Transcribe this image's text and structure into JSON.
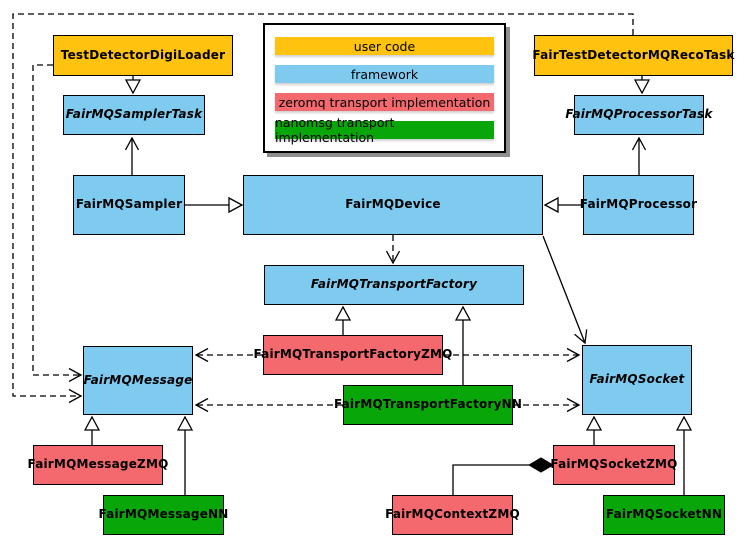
{
  "colors": {
    "user_code": "#FFC20E",
    "framework": "#7FCBF0",
    "zeromq": "#F4696D",
    "nanomsg": "#09A609",
    "border": "#000000",
    "background": "#FFFFFF"
  },
  "legend": {
    "items": [
      {
        "label": "user code",
        "color": "#FFC20E"
      },
      {
        "label": "framework",
        "color": "#7FCBF0"
      },
      {
        "label": "zeromq transport implementation",
        "color": "#F4696D"
      },
      {
        "label": "nanomsg transport implementation",
        "color": "#09A609"
      }
    ]
  },
  "nodes": {
    "testDetectorDigiLoader": {
      "label": "TestDetectorDigiLoader",
      "category": "user code",
      "abstract": false
    },
    "fairTestDetectorMQRecoTask": {
      "label": "FairTestDetectorMQRecoTask",
      "category": "user code",
      "abstract": false
    },
    "fairMQSamplerTask": {
      "label": "FairMQSamplerTask",
      "category": "framework",
      "abstract": true
    },
    "fairMQProcessorTask": {
      "label": "FairMQProcessorTask",
      "category": "framework",
      "abstract": true
    },
    "fairMQSampler": {
      "label": "FairMQSampler",
      "category": "framework",
      "abstract": false
    },
    "fairMQDevice": {
      "label": "FairMQDevice",
      "category": "framework",
      "abstract": false
    },
    "fairMQProcessor": {
      "label": "FairMQProcessor",
      "category": "framework",
      "abstract": false
    },
    "fairMQTransportFactory": {
      "label": "FairMQTransportFactory",
      "category": "framework",
      "abstract": true
    },
    "fairMQTransportFactoryZMQ": {
      "label": "FairMQTransportFactoryZMQ",
      "category": "zeromq",
      "abstract": false
    },
    "fairMQTransportFactoryNN": {
      "label": "FairMQTransportFactoryNN",
      "category": "nanomsg",
      "abstract": false
    },
    "fairMQMessage": {
      "label": "FairMQMessage",
      "category": "framework",
      "abstract": true
    },
    "fairMQSocket": {
      "label": "FairMQSocket",
      "category": "framework",
      "abstract": true
    },
    "fairMQMessageZMQ": {
      "label": "FairMQMessageZMQ",
      "category": "zeromq",
      "abstract": false
    },
    "fairMQMessageNN": {
      "label": "FairMQMessageNN",
      "category": "nanomsg",
      "abstract": false
    },
    "fairMQContextZMQ": {
      "label": "FairMQContextZMQ",
      "category": "zeromq",
      "abstract": false
    },
    "fairMQSocketZMQ": {
      "label": "FairMQSocketZMQ",
      "category": "zeromq",
      "abstract": false
    },
    "fairMQSocketNN": {
      "label": "FairMQSocketNN",
      "category": "nanomsg",
      "abstract": false
    }
  },
  "edges": [
    {
      "from": "TestDetectorDigiLoader",
      "to": "FairMQSamplerTask",
      "type": "inheritance"
    },
    {
      "from": "FairTestDetectorMQRecoTask",
      "to": "FairMQProcessorTask",
      "type": "inheritance"
    },
    {
      "from": "FairMQSampler",
      "to": "FairMQSamplerTask",
      "type": "inheritance"
    },
    {
      "from": "FairMQProcessor",
      "to": "FairMQProcessorTask",
      "type": "inheritance"
    },
    {
      "from": "FairMQSampler",
      "to": "FairMQDevice",
      "type": "inheritance"
    },
    {
      "from": "FairMQProcessor",
      "to": "FairMQDevice",
      "type": "inheritance"
    },
    {
      "from": "FairMQDevice",
      "to": "FairMQTransportFactory",
      "type": "dashed-dependency"
    },
    {
      "from": "FairMQDevice",
      "to": "FairMQSocket",
      "type": "association"
    },
    {
      "from": "FairMQTransportFactoryZMQ",
      "to": "FairMQTransportFactory",
      "type": "inheritance"
    },
    {
      "from": "FairMQTransportFactoryNN",
      "to": "FairMQTransportFactory",
      "type": "inheritance"
    },
    {
      "from": "FairMQMessageZMQ",
      "to": "FairMQMessage",
      "type": "inheritance"
    },
    {
      "from": "FairMQMessageNN",
      "to": "FairMQMessage",
      "type": "inheritance"
    },
    {
      "from": "FairMQSocketZMQ",
      "to": "FairMQSocket",
      "type": "inheritance"
    },
    {
      "from": "FairMQSocketNN",
      "to": "FairMQSocket",
      "type": "inheritance"
    },
    {
      "from": "TestDetectorDigiLoader",
      "to": "FairMQMessage",
      "type": "dashed-dependency"
    },
    {
      "from": "FairTestDetectorMQRecoTask",
      "to": "FairMQMessage",
      "type": "dashed-dependency"
    },
    {
      "from": "FairMQTransportFactoryZMQ",
      "to": "FairMQMessage",
      "type": "dashed-dependency"
    },
    {
      "from": "FairMQTransportFactoryZMQ",
      "to": "FairMQSocket",
      "type": "dashed-dependency"
    },
    {
      "from": "FairMQTransportFactoryNN",
      "to": "FairMQMessage",
      "type": "dashed-dependency"
    },
    {
      "from": "FairMQTransportFactoryNN",
      "to": "FairMQSocket",
      "type": "dashed-dependency"
    },
    {
      "from": "FairMQContextZMQ",
      "to": "FairMQSocketZMQ",
      "type": "composition"
    }
  ]
}
